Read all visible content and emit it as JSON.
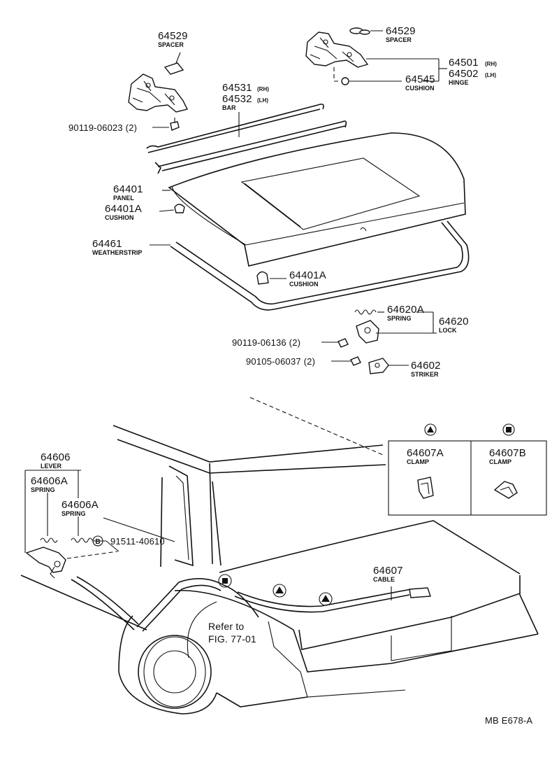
{
  "labels": {
    "spacer_l_num": "64529",
    "spacer_l_name": "SPACER",
    "spacer_r_num": "64529",
    "spacer_r_name": "SPACER",
    "hinge_num1": "64501",
    "hinge_sfx1": "(RH)",
    "hinge_num2": "64502",
    "hinge_sfx2": "(LH)",
    "hinge_name": "HINGE",
    "cushion_hinge_num": "64545",
    "cushion_hinge_name": "CUSHION",
    "bar_num1": "64531",
    "bar_sfx1": "(RH)",
    "bar_num2": "64532",
    "bar_sfx2": "(LH)",
    "bar_name": "BAR",
    "bolt1": "90119-06023 (2)",
    "panel_num": "64401",
    "panel_name": "PANEL",
    "cushion_a_num": "64401A",
    "cushion_a_name": "CUSHION",
    "weatherstrip_num": "64461",
    "weatherstrip_name": "WEATHERSTRIP",
    "cushion_b_num": "64401A",
    "cushion_b_name": "CUSHION",
    "spring_lock_num": "64620A",
    "spring_lock_name": "SPRING",
    "lock_num": "64620",
    "lock_name": "LOCK",
    "bolt2": "90119-06136 (2)",
    "bolt3": "90105-06037 (2)",
    "striker_num": "64602",
    "striker_name": "STRIKER",
    "lever_num": "64606",
    "lever_name": "LEVER",
    "spring_a_num": "64606A",
    "spring_a_name": "SPRING",
    "spring_b_num": "64606A",
    "spring_b_name": "SPRING",
    "screw_num": "91511-40610",
    "screw_symbol": "B",
    "clamp_a_num": "64607A",
    "clamp_a_name": "CLAMP",
    "clamp_b_num": "64607B",
    "clamp_b_name": "CLAMP",
    "cable_num": "64607",
    "cable_name": "CABLE",
    "refer_line1": "Refer to",
    "refer_line2": "FIG. 77-01",
    "footer_code": "MB  E678-A"
  }
}
